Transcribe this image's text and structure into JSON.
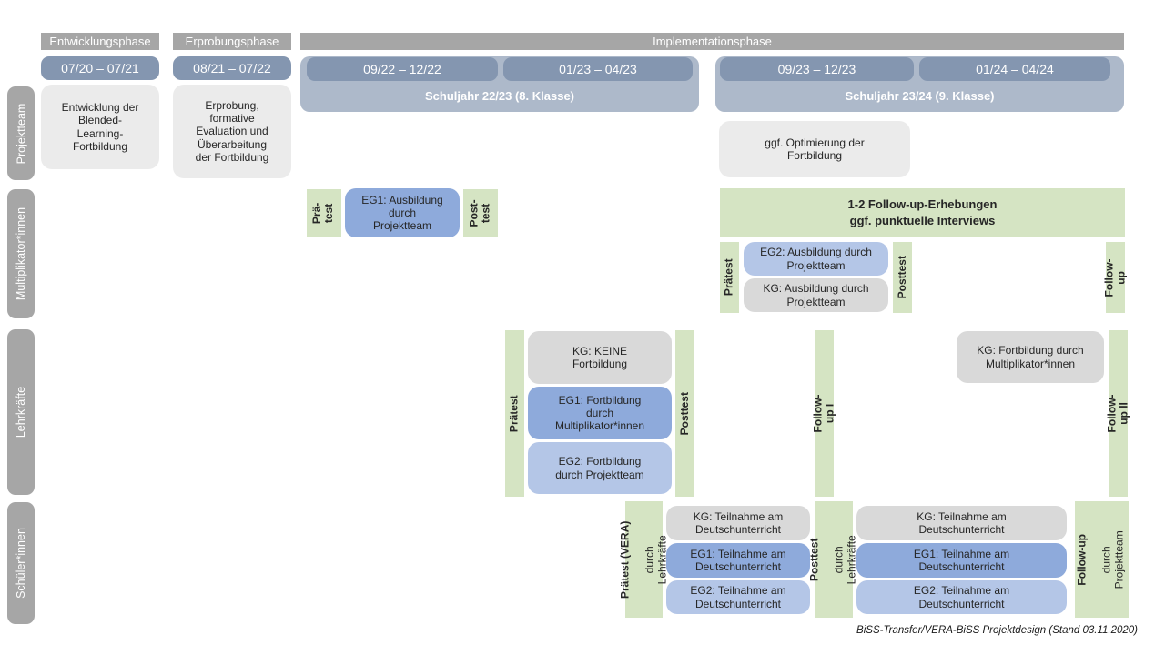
{
  "phases": {
    "dev": {
      "header": "Entwicklungsphase",
      "date": "07/20 – 07/21"
    },
    "pilot": {
      "header": "Erprobungsphase",
      "date": "08/21 – 07/22"
    },
    "impl": {
      "header": "Implementationsphase"
    },
    "year1": {
      "label": "Schuljahr 22/23 (8. Klasse)",
      "t1": "09/22 – 12/22",
      "t2": "01/23 – 04/23"
    },
    "year2": {
      "label": "Schuljahr 23/24 (9. Klasse)",
      "t1": "09/23 – 12/23",
      "t2": "01/24 – 04/24"
    }
  },
  "rails": {
    "projektteam": "Projektteam",
    "multiplikatoren": "Multiplikator*innen",
    "lehrkraefte": "Lehrkräfte",
    "schueler": "Schüler*innen"
  },
  "projektteam": {
    "development": "Entwicklung der\nBlended-\nLearning-\nFortbildung",
    "erprobung": "Erprobung,\nformative\nEvaluation und\nÜberarbeitung\nder Fortbildung",
    "optimierung": "ggf. Optimierung der\nFortbildung"
  },
  "multiplikatoren": {
    "praetest1": "Prä-\ntest",
    "eg1": "EG1: Ausbildung\ndurch\nProjektteam",
    "posttest1": "Post-\ntest",
    "followup_box": "1-2 Follow-up-Erhebungen\nggf. punktuelle Interviews",
    "praetest2": "Prätest",
    "eg2": "EG2: Ausbildung durch\nProjektteam",
    "kg": "KG: Ausbildung durch\nProjektteam",
    "posttest2": "Posttest",
    "followup": "Follow-up"
  },
  "lehrkraefte": {
    "praetest": "Prätest",
    "kg": "KG: KEINE\nFortbildung",
    "eg1": "EG1: Fortbildung\ndurch\nMultiplikator*innen",
    "eg2": "EG2: Fortbildung\ndurch Projektteam",
    "posttest": "Posttest",
    "followup1": "Follow-up I",
    "kg2": "KG: Fortbildung durch\nMultiplikator*innen",
    "followup2": "Follow-up II"
  },
  "schueler": {
    "praetest_main": "Prätest (VERA)",
    "praetest_sub": "durch Lehrkräfte",
    "kg1": "KG: Teilnahme am\nDeutschunterricht",
    "eg1a": "EG1: Teilnahme am\nDeutschunterricht",
    "eg2a": "EG2: Teilnahme am\nDeutschunterricht",
    "posttest_main": "Posttest",
    "posttest_sub": "durch Lehrkräfte",
    "kg2": "KG: Teilnahme am\nDeutschunterricht",
    "eg1b": "EG1: Teilnahme am\nDeutschunterricht",
    "eg2b": "EG2: Teilnahme am\nDeutschunterricht",
    "followup_main": "Follow-up",
    "followup_sub": "durch\nProjektteam"
  },
  "caption": "BiSS-Transfer/VERA-BiSS Projektdesign (Stand 03.11.2020)",
  "colors": {
    "header_gray": "#a6a6a6",
    "date_pill": "#8496b0",
    "year_container": "#adb9ca",
    "light_gray_box": "#ebebeb",
    "kg_gray": "#d9d9d9",
    "eg1_blue": "#8eaadb",
    "eg2_blue": "#b4c6e7",
    "test_green": "#d5e4c3"
  }
}
